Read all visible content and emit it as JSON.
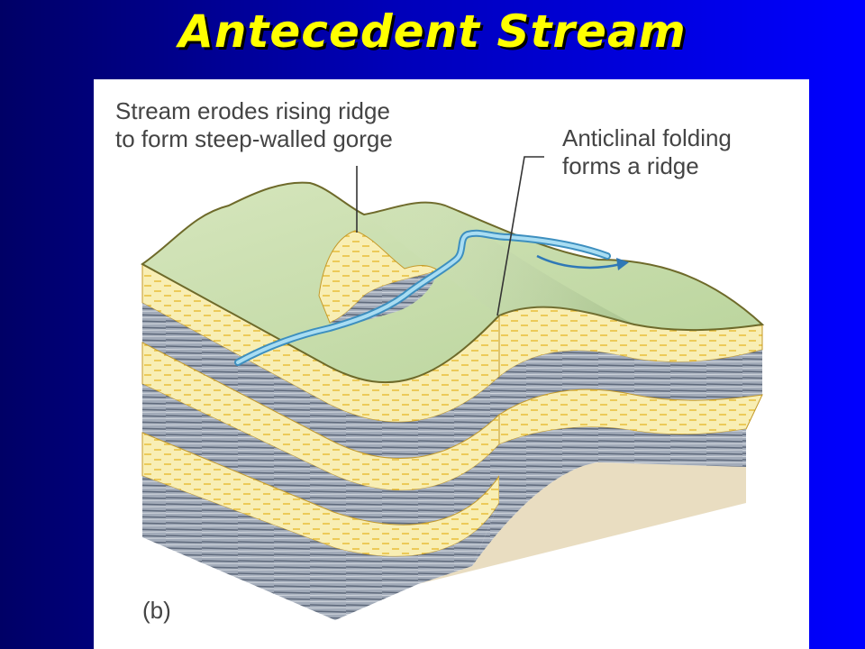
{
  "title": "Antecedent Stream",
  "callouts": {
    "gorge": {
      "line1": "Stream erodes rising ridge",
      "line2": "to form steep-walled gorge"
    },
    "folding": {
      "line1": "Anticlinal folding",
      "line2": "forms a ridge"
    }
  },
  "panel_label": "(b)",
  "colors": {
    "background_dark": "#000066",
    "background_light": "#0000ff",
    "title": "#ffff00",
    "land_surface": "#c6dca8",
    "sandstone": "#f7ecae",
    "shale": "#8e98a8",
    "river": "#7fc3e0",
    "basement": "#e8dcc0"
  }
}
